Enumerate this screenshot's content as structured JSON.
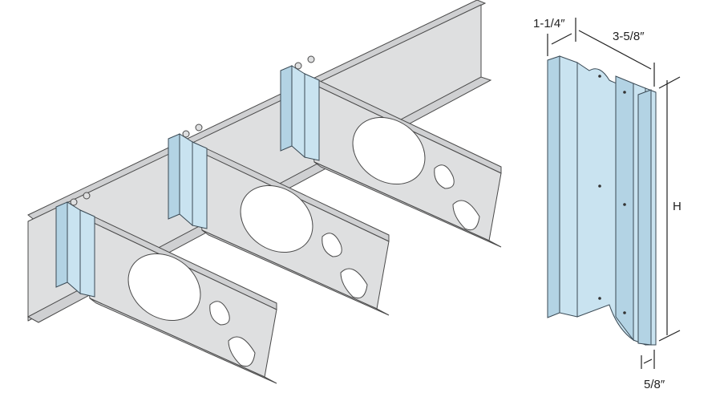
{
  "dimensions": {
    "flange_width": "1-1/4″",
    "depth": "3-5/8″",
    "height": "H",
    "return_lip": "5/8″"
  },
  "colors": {
    "steel": "#dedfe0",
    "bracket": "#c9e3f0",
    "outline": "#4a4a4a"
  }
}
